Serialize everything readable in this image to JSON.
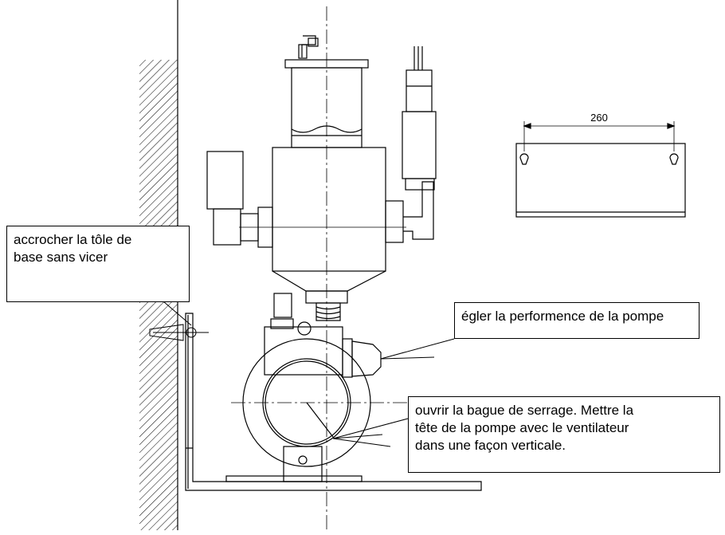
{
  "callouts": {
    "hang_base_plate": "accrocher la tôle de\nbase sans vicer",
    "adjust_pump": "égler la performence de la pompe",
    "open_clamp": "ouvrir la bague de serrage. Mettre la\ntête de la pompe avec le ventilateur\ndans une façon verticale."
  },
  "dimension": {
    "hole_spacing": "260"
  },
  "colors": {
    "line": "#000000",
    "background": "#ffffff"
  }
}
